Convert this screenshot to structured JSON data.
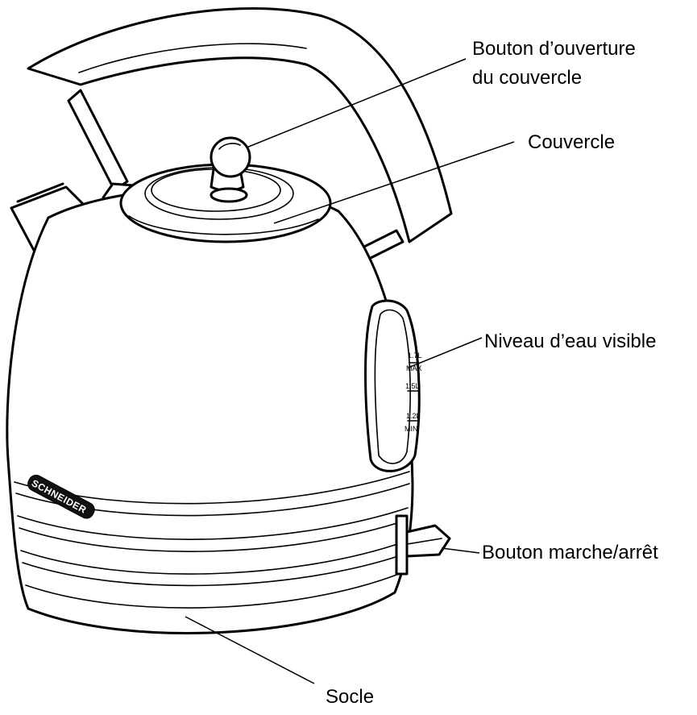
{
  "labels": {
    "knob": [
      "Bouton d’ouverture",
      "du couvercle"
    ],
    "lid": "Couvercle",
    "water_level": "Niveau d’eau visible",
    "switch": "Bouton marche/arrêt",
    "base": "Socle"
  },
  "gauge": {
    "max_volume": "1.7L",
    "max": "MAX",
    "mid_volume": "1.5L",
    "min_volume": "1.2L",
    "min": "MIN"
  },
  "brand": "SCHNEIDER"
}
